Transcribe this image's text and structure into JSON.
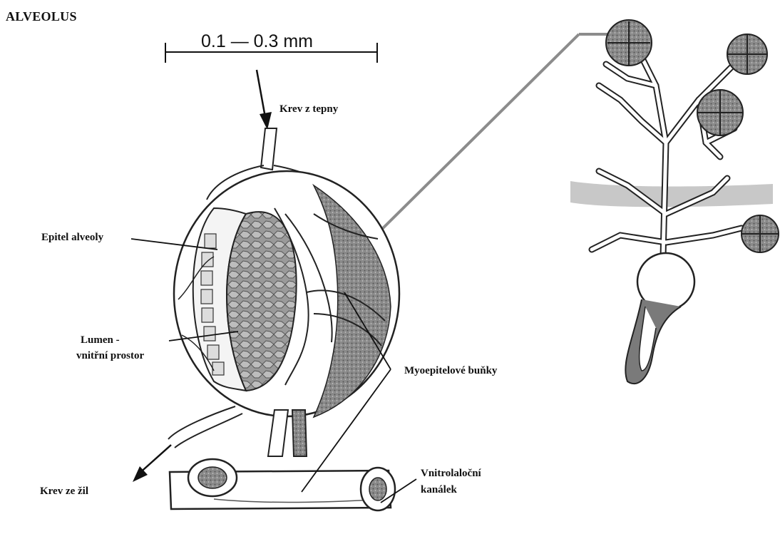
{
  "title": "ALVEOLUS",
  "scale_label": "0.1 — 0.3 mm",
  "labels": {
    "blood_in": "Krev z tepny",
    "epithelium": "Epitel alveoly",
    "lumen_1": "Lumen -",
    "lumen_2": "vnitřní prostor",
    "myoepithelial": "Myoepitelové buňky",
    "blood_out": "Krev ze žil",
    "duct_1": "Vnitrolaloční",
    "duct_2": "kanálek"
  },
  "colors": {
    "ink": "#111111",
    "tissue": "#7a7a7a",
    "connector": "#8c8c8c",
    "band": "#c8c8c8"
  }
}
